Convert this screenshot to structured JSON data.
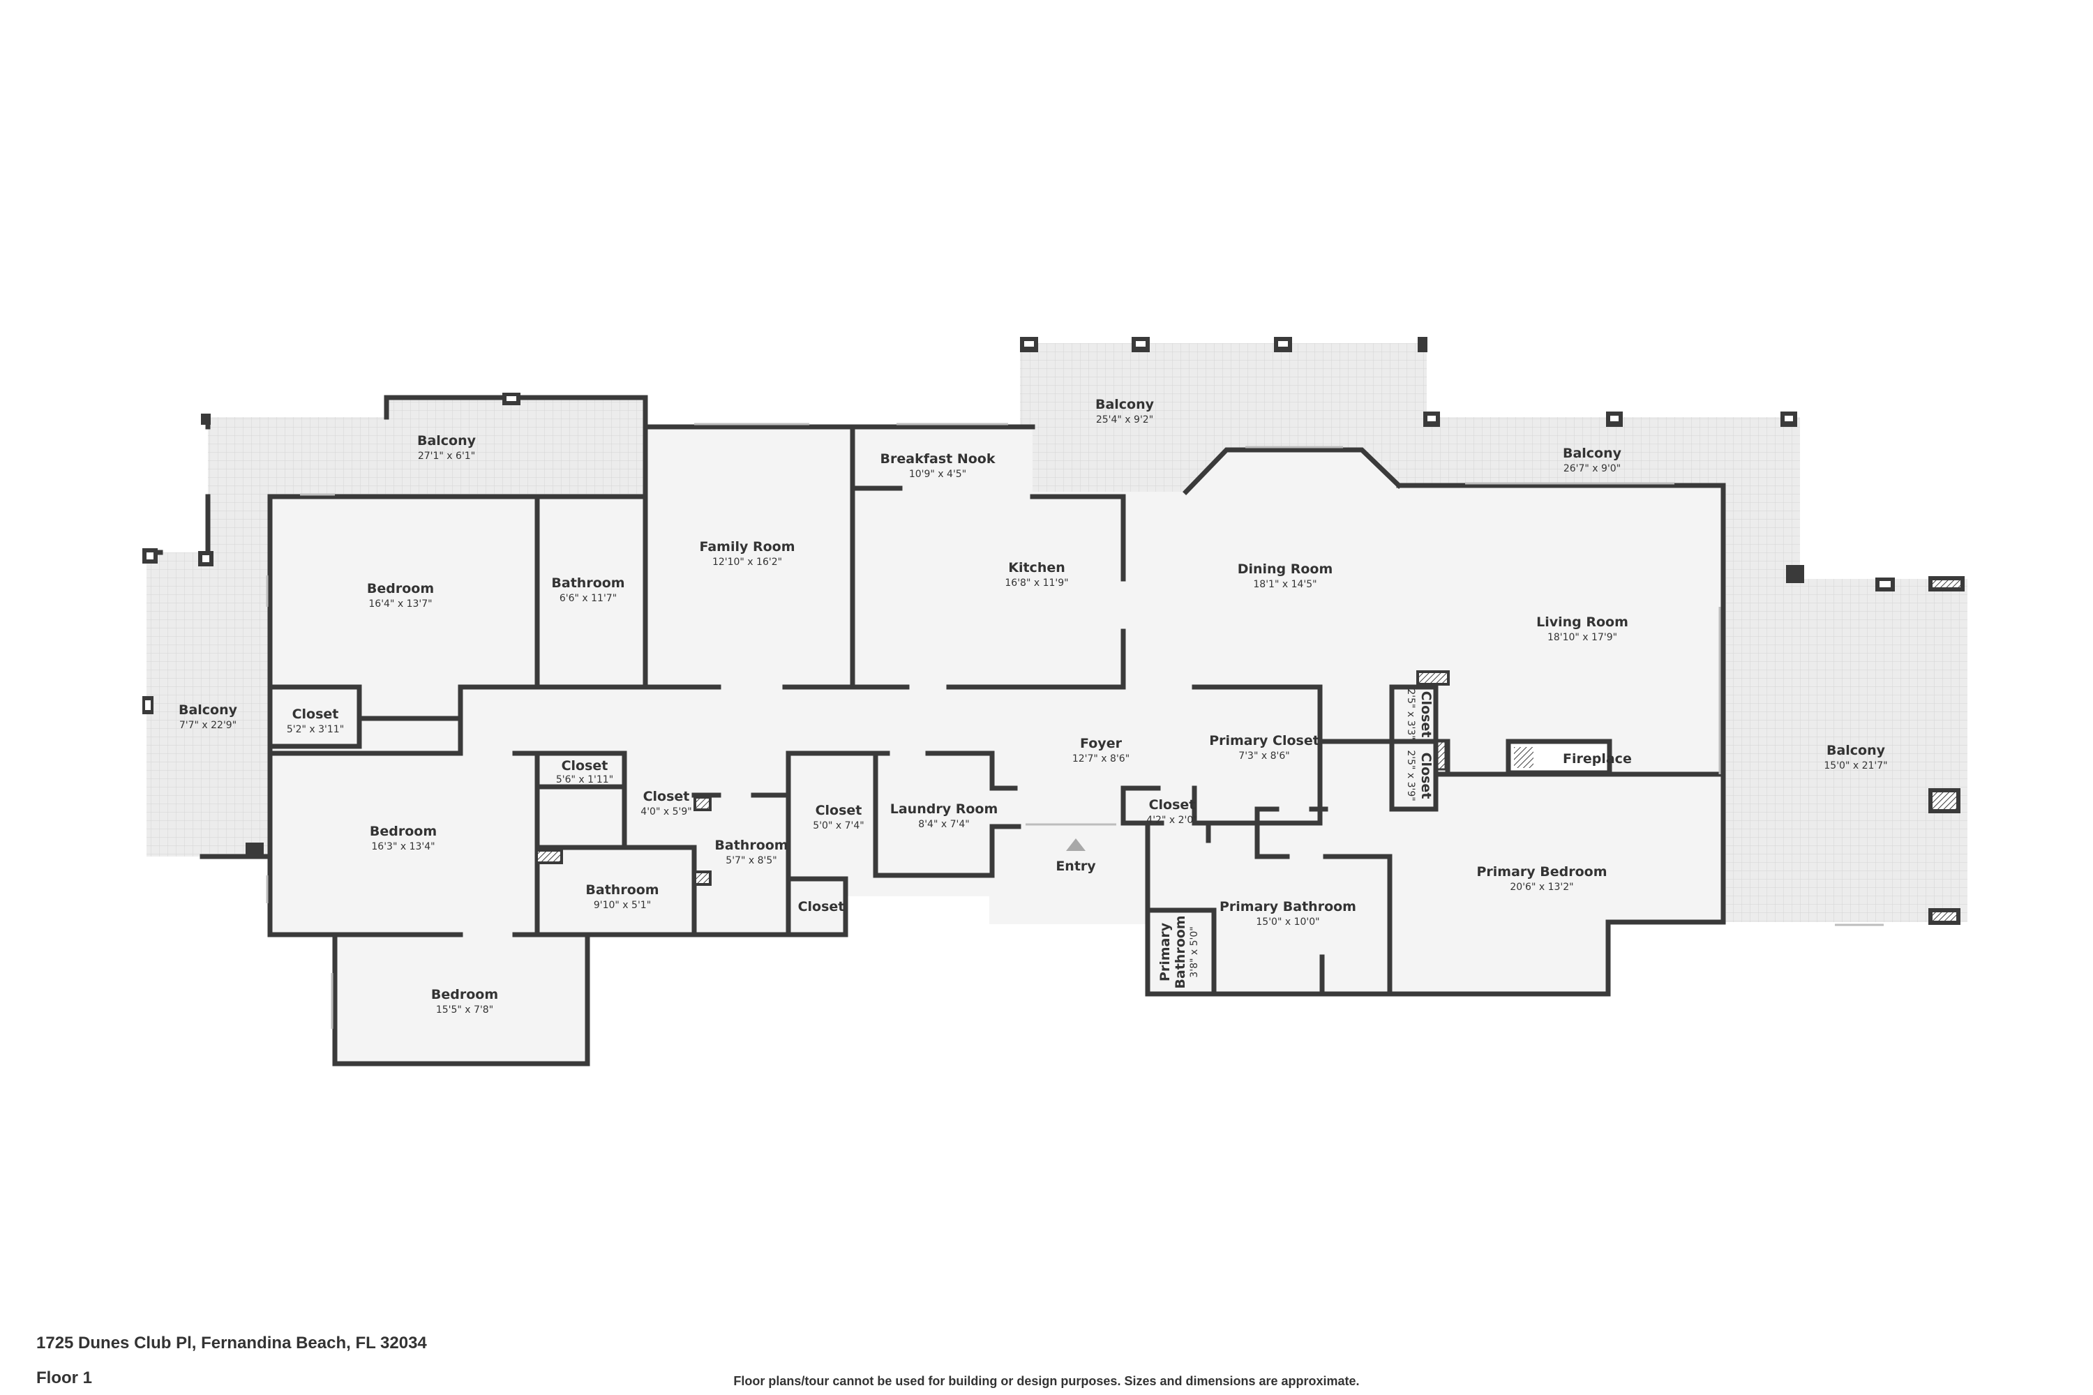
{
  "address": "1725 Dunes Club Pl, Fernandina Beach, FL 32034",
  "floor": "Floor 1",
  "disclaimer": "Floor plans/tour cannot be used for building or design purposes. Sizes and dimensions are approximate.",
  "entry_label": "Entry",
  "colors": {
    "wall": "#3a3a3a",
    "floor": "#f4f4f4",
    "balcony": "#ececec",
    "text": "#333333"
  },
  "rooms": {
    "balcony_nw": {
      "name": "Balcony",
      "dims": "27'1\" x 6'1\""
    },
    "balcony_w": {
      "name": "Balcony",
      "dims": "7'7\" x 22'9\""
    },
    "bedroom_1": {
      "name": "Bedroom",
      "dims": "16'4\" x 13'7\""
    },
    "bathroom_1": {
      "name": "Bathroom",
      "dims": "6'6\" x 11'7\""
    },
    "family_room": {
      "name": "Family Room",
      "dims": "12'10\" x 16'2\""
    },
    "breakfast_nook": {
      "name": "Breakfast Nook",
      "dims": "10'9\" x 4'5\""
    },
    "balcony_n": {
      "name": "Balcony",
      "dims": "25'4\" x 9'2\""
    },
    "kitchen": {
      "name": "Kitchen",
      "dims": "16'8\" x 11'9\""
    },
    "dining_room": {
      "name": "Dining Room",
      "dims": "18'1\" x 14'5\""
    },
    "balcony_ne": {
      "name": "Balcony",
      "dims": "26'7\" x 9'0\""
    },
    "living_room": {
      "name": "Living Room",
      "dims": "18'10\" x 17'9\""
    },
    "balcony_e": {
      "name": "Balcony",
      "dims": "15'0\" x 21'7\""
    },
    "closet_1": {
      "name": "Closet",
      "dims": "5'2\" x 3'11\""
    },
    "bedroom_2": {
      "name": "Bedroom",
      "dims": "16'3\" x 13'4\""
    },
    "closet_2": {
      "name": "Closet",
      "dims": "5'6\" x 1'11\""
    },
    "closet_3": {
      "name": "Closet",
      "dims": "4'0\" x 5'9\""
    },
    "bathroom_2": {
      "name": "Bathroom",
      "dims": "9'10\" x 5'1\""
    },
    "bathroom_3": {
      "name": "Bathroom",
      "dims": "5'7\" x 8'5\""
    },
    "closet_4": {
      "name": "Closet",
      "dims": "5'0\" x 7'4\""
    },
    "closet_5": {
      "name": "Closet",
      "dims": ""
    },
    "laundry_room": {
      "name": "Laundry Room",
      "dims": "8'4\" x 7'4\""
    },
    "bedroom_3": {
      "name": "Bedroom",
      "dims": "15'5\" x 7'8\""
    },
    "foyer": {
      "name": "Foyer",
      "dims": "12'7\" x 8'6\""
    },
    "closet_6": {
      "name": "Closet",
      "dims": "4'2\" x 2'0\""
    },
    "primary_closet": {
      "name": "Primary Closet",
      "dims": "7'3\" x 8'6\""
    },
    "closet_7": {
      "name": "Closet",
      "dims": "2'5\" x 3'3\""
    },
    "closet_8": {
      "name": "Closet",
      "dims": "2'5\" x 3'9\""
    },
    "fireplace": {
      "name": "Fireplace",
      "dims": ""
    },
    "primary_bathroom": {
      "name": "Primary Bathroom",
      "dims": "15'0\" x 10'0\""
    },
    "primary_bathroom_small": {
      "name_line1": "Primary",
      "name_line2": "Bathroom",
      "dims": "3'8\" x 5'0\""
    },
    "primary_bedroom": {
      "name": "Primary Bedroom",
      "dims": "20'6\" x 13'2\""
    }
  }
}
